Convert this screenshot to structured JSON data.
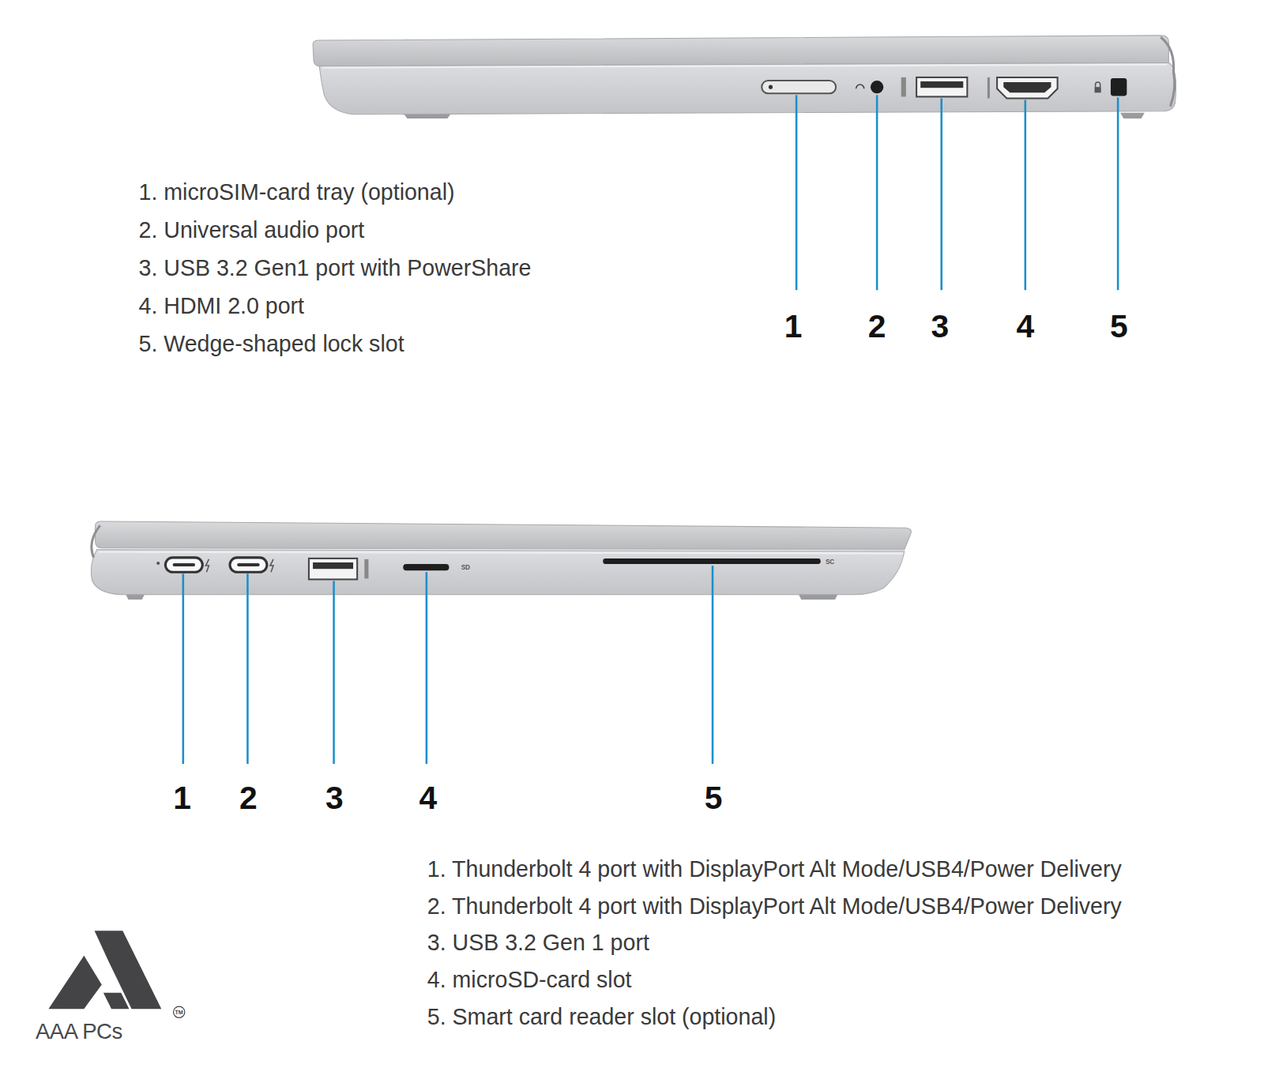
{
  "diagram": {
    "labels": [
      "1. microSIM-card tray (optional)",
      "2. Universal audio port",
      "3. USB 3.2 Gen1 port with PowerShare",
      "4. HDMI 2.0 port",
      "5. Wedge-shaped lock slot",
      "1",
      "2",
      "3",
      "4",
      "5",
      "1",
      "2",
      "3",
      "4",
      "5",
      "1. Thunderbolt 4 port with DisplayPort Alt Mode/USB4/Power Delivery",
      "2. Thunderbolt 4 port with DisplayPort Alt Mode/USB4/Power Delivery",
      "3. USB 3.2 Gen 1 port",
      "4. microSD-card slot",
      "5. Smart card reader slot (optional)",
      "AAA PCs",
      "TM",
      "SD",
      "SC"
    ]
  }
}
